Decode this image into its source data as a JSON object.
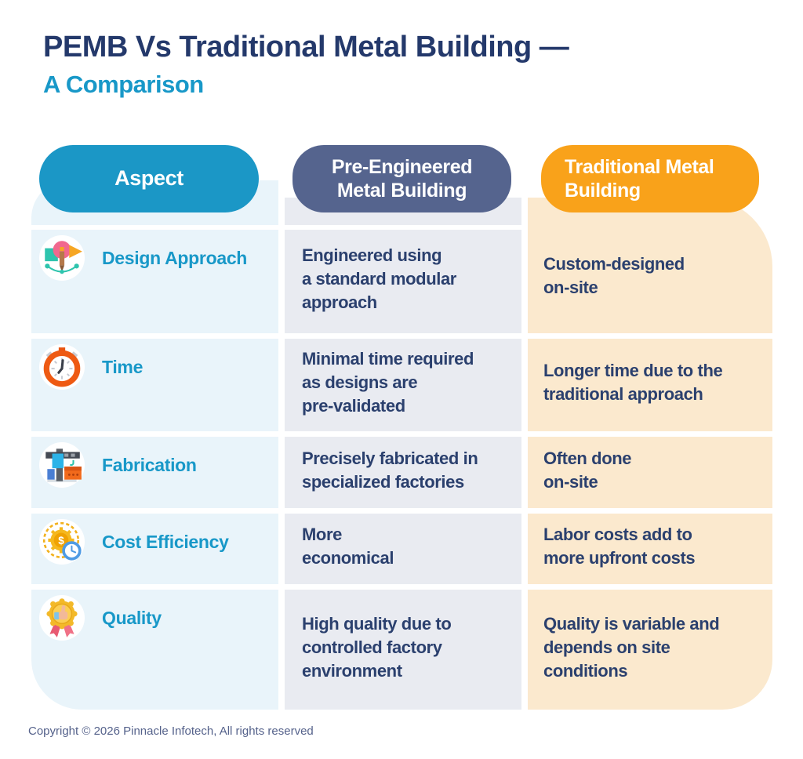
{
  "title": {
    "line1": "PEMB Vs Traditional Metal Building —",
    "line2": "A Comparison"
  },
  "header": {
    "aspect": "Aspect",
    "pemb": "Pre-Engineered\nMetal Building",
    "traditional": "Traditional Metal\nBuilding"
  },
  "rows": [
    {
      "aspect": "Design Approach",
      "icon": "design-approach-icon",
      "pemb": "Engineered using\na standard modular\napproach",
      "traditional": "Custom-designed\non-site"
    },
    {
      "aspect": "Time",
      "icon": "stopwatch-icon",
      "pemb": "Minimal time required\nas designs are\npre-validated",
      "traditional": "Longer time due to the\ntraditional approach"
    },
    {
      "aspect": "Fabrication",
      "icon": "crane-icon",
      "pemb": "Precisely fabricated in\nspecialized factories",
      "traditional": "Often done\non-site"
    },
    {
      "aspect": "Cost Efficiency",
      "icon": "cost-gear-clock-icon",
      "pemb": "More\neconomical",
      "traditional": "Labor costs add to\nmore upfront costs"
    },
    {
      "aspect": "Quality",
      "icon": "quality-medal-icon",
      "pemb": "High quality due to\ncontrolled factory\nenvironment",
      "traditional": "Quality is variable and\ndepends on site\nconditions"
    }
  ],
  "footer": {
    "copyright": "Copyright © 2026 Pinnacle Infotech, All rights reserved"
  },
  "colors": {
    "title_navy": "#24396b",
    "accent_cyan": "#1898c8",
    "pill_aspect": "#1b97c6",
    "pill_pemb": "#55648e",
    "pill_traditional": "#f9a21a",
    "col_aspect_bg": "#e9f4fa",
    "col_pemb_bg": "#e9ebf1",
    "col_traditional_bg": "#fbe9ce",
    "body_text": "#2b406e"
  }
}
